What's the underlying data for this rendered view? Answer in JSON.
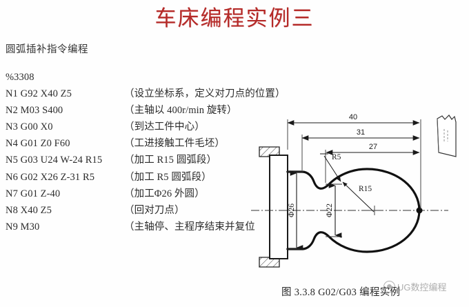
{
  "document": {
    "title": "车床编程实例三",
    "title_color": "#b52a28",
    "subtitle": "圆弧插补指令编程"
  },
  "program": {
    "header": "%3308",
    "lines": [
      {
        "code": "%3308",
        "note": ""
      },
      {
        "code": "N1 G92 X40 Z5",
        "note": "（设立坐标系，定义对刀点的位置）"
      },
      {
        "code": "N2 M03 S400",
        "note": "（主轴以 400r/min 旋转）"
      },
      {
        "code": "N3 G00 X0",
        "note": "（到达工件中心）"
      },
      {
        "code": "N4 G01 Z0 F60",
        "note": "（工进接触工件毛坯）"
      },
      {
        "code": "N5 G03 U24 W-24 R15",
        "note": "（加工 R15 圆弧段）"
      },
      {
        "code": "N6 G02 X26 Z-31 R5",
        "note": "（加工 R5 圆弧段）"
      },
      {
        "code": "N7 G01 Z-40",
        "note": "（加工Φ26 外圆）"
      },
      {
        "code": "N8 X40 Z5",
        "note": "（回对刀点）"
      },
      {
        "code": "N9 M30",
        "note": "（主轴停、主程序结束并复位"
      }
    ]
  },
  "figure": {
    "caption": "图 3.3.8 G02/G03 编程实例",
    "dimensions": {
      "length_overall": "40",
      "length_mid": "31",
      "length_inner": "27",
      "diameter_large": "Φ26",
      "diameter_small": "Φ22",
      "radius_small": "R5",
      "radius_large": "R15"
    }
  },
  "watermark": {
    "text": "UG数控编程",
    "logo": "circle-logo-icon"
  }
}
